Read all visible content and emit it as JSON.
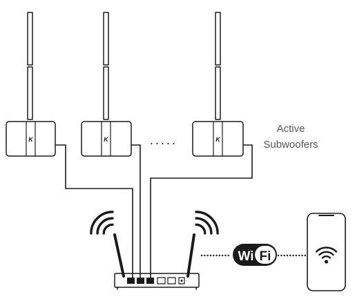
{
  "labels": {
    "active_line1": "Active",
    "active_line2": "Subwoofers",
    "ellipsis": ".....",
    "wifi_left": "Wi",
    "wifi_right": "Fi"
  },
  "speaker_brand_letter": "K",
  "icons": {
    "wifi_waves": "wifi-waves-icon",
    "wifi_logo": "wifi-logo-icon",
    "phone": "smartphone-icon",
    "router": "router-icon"
  },
  "colors": {
    "line": "#1a1a1a",
    "label": "#555555",
    "background": "#ffffff"
  }
}
